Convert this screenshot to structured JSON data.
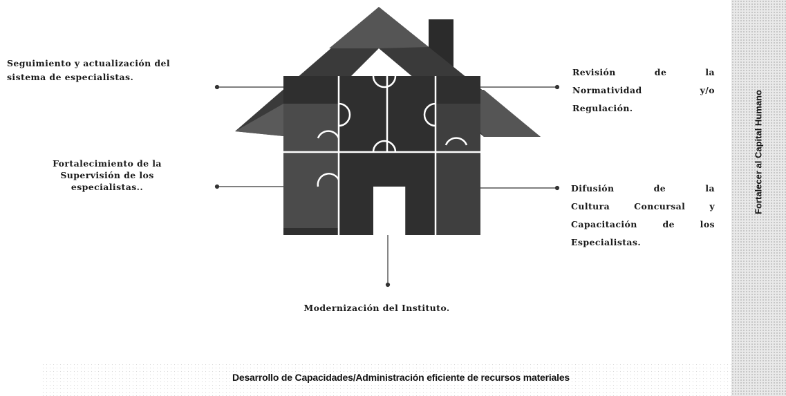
{
  "labels": {
    "top_left": "Seguimiento y actualización del sistema de especialistas.",
    "mid_left": "Fortalecimiento de la Supervisión de los especialistas..",
    "top_right": [
      "Revisión de la",
      "Normatividad y/o",
      "Regulación."
    ],
    "mid_right": [
      "Difusión de la",
      "Cultura Concursal y",
      "Capacitación de los",
      "Especialistas."
    ],
    "bottom": "Modernización del Instituto."
  },
  "footer": "Desarrollo de Capacidades/Administración eficiente de recursos materiales",
  "side_label": "Fortalecer al Capital Humano",
  "colors": {
    "house_dark": "#2a2a2a",
    "house_mid": "#4a4a4a",
    "lines": "#333333"
  }
}
